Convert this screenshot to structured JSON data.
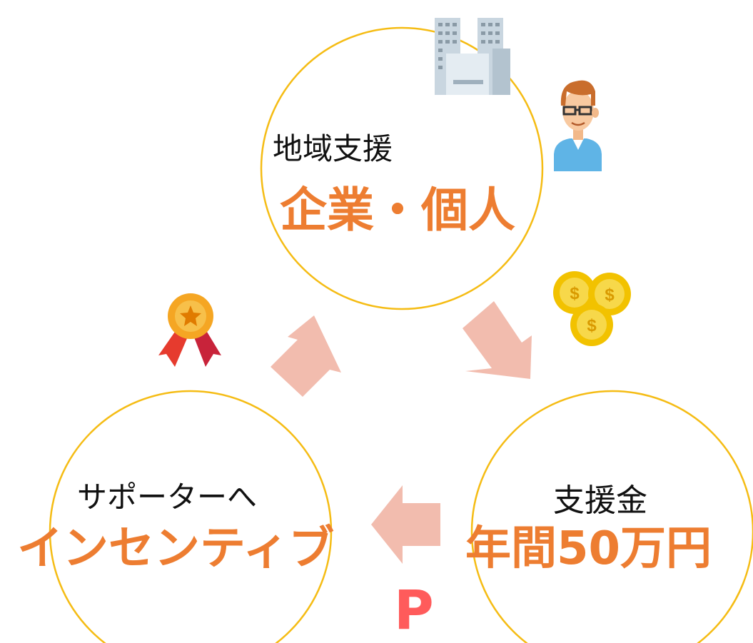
{
  "colors": {
    "ring": "#f5bc14",
    "arrow": "#f2bcae",
    "accent_text": "#ed7d31",
    "p_mark": "#ff5b5b"
  },
  "nodes": {
    "top": {
      "line1": "地域支援",
      "line2": "企業・個人"
    },
    "right": {
      "line1": "支援金",
      "line2": "年間50万円"
    },
    "left": {
      "line1": "サポーターへ",
      "line2": "インセンティブ"
    }
  },
  "points_mark": "P",
  "icons": [
    "building-icon",
    "businessman-icon",
    "coins-icon",
    "medal-icon",
    "points-icon"
  ]
}
